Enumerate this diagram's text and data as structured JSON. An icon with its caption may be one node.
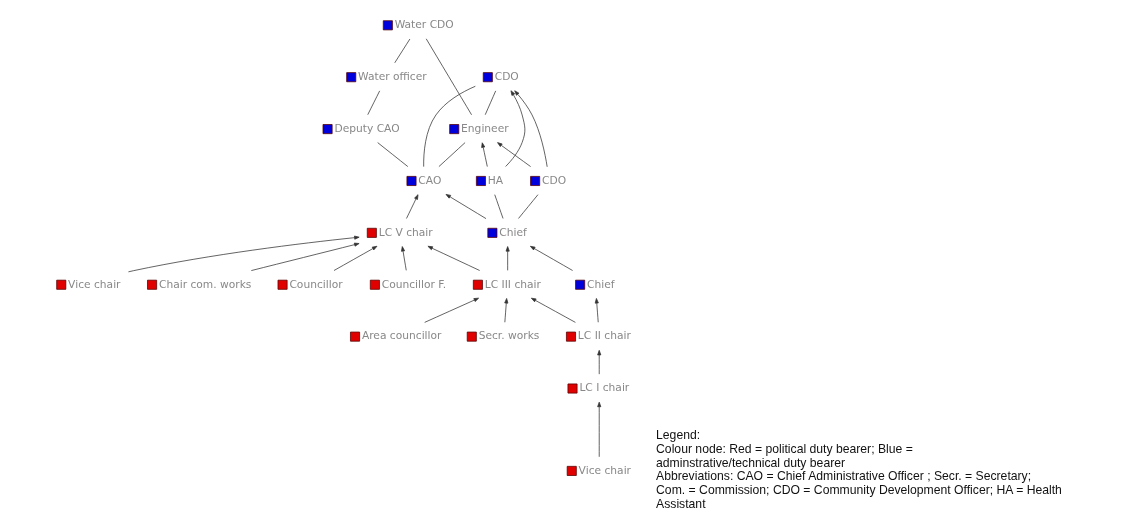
{
  "diagram": {
    "nodes": [
      {
        "text": [
          "Councillor"
        ]
      },
      {
        "text": [
          "Councillor F."
        ]
      },
      {
        "text": [
          "LC V chair"
        ]
      },
      {
        "text": [
          "Vice chair"
        ]
      },
      {
        "text": [
          "Chair com. works"
        ]
      },
      {
        "text": [
          "CAO"
        ]
      },
      {
        "text": [
          "Deputy CAO"
        ]
      },
      {
        "text": [
          "Engineer"
        ]
      },
      {
        "text": [
          "CDO"
        ]
      },
      {
        "text": [
          "Water officer"
        ]
      },
      {
        "text": [
          "Water CDO"
        ]
      },
      {
        "text": [
          "Secr. works"
        ]
      },
      {
        "text": [
          "LC III chair"
        ]
      },
      {
        "text": [
          "Chief"
        ]
      },
      {
        "text": [
          "HA"
        ]
      },
      {
        "text": [
          "CDO"
        ]
      },
      {
        "text": [
          "Area councillor"
        ]
      },
      {
        "text": [
          "LC II chair"
        ]
      },
      {
        "text": [
          "Chief"
        ]
      },
      {
        "text": [
          "LC I chair"
        ]
      },
      {
        "text": [
          "Vice chair"
        ]
      }
    ],
    "edges": [
      {
        "from": 0,
        "to": 2,
        "arrow": "to"
      },
      {
        "from": 1,
        "to": 2,
        "arrow": "to"
      },
      {
        "from": 4,
        "to": 2,
        "arrow": "to"
      },
      {
        "from": 3,
        "to": 2,
        "arrow": "to"
      },
      {
        "from": 12,
        "to": 2,
        "arrow": "to"
      },
      {
        "from": 2,
        "to": 5,
        "arrow": "to"
      },
      {
        "from": 13,
        "to": 5,
        "arrow": "to"
      },
      {
        "from": 5,
        "to": 6,
        "arrow": "none"
      },
      {
        "from": 5,
        "to": 7,
        "arrow": "none"
      },
      {
        "from": 5,
        "to": 8,
        "arrow": "none"
      },
      {
        "from": 6,
        "to": 9,
        "arrow": "none"
      },
      {
        "from": 7,
        "to": 8,
        "arrow": "none"
      },
      {
        "from": 7,
        "to": 10,
        "arrow": "none"
      },
      {
        "from": 9,
        "to": 10,
        "arrow": "none"
      },
      {
        "from": 14,
        "to": 7,
        "arrow": "to"
      },
      {
        "from": 15,
        "to": 7,
        "arrow": "to"
      },
      {
        "from": 14,
        "to": 8,
        "arrow": "to"
      },
      {
        "from": 15,
        "to": 8,
        "arrow": "to"
      },
      {
        "from": 11,
        "to": 12,
        "arrow": "to"
      },
      {
        "from": 16,
        "to": 12,
        "arrow": "to"
      },
      {
        "from": 12,
        "to": 13,
        "arrow": "to"
      },
      {
        "from": 13,
        "to": 14,
        "arrow": "none"
      },
      {
        "from": 13,
        "to": 15,
        "arrow": "none"
      },
      {
        "from": 17,
        "to": 12,
        "arrow": "to"
      },
      {
        "from": 18,
        "to": 13,
        "arrow": "to"
      },
      {
        "from": 17,
        "to": 18,
        "arrow": "to"
      },
      {
        "from": 19,
        "to": 17,
        "arrow": "to"
      },
      {
        "from": 20,
        "to": 19,
        "arrow": "to"
      }
    ],
    "labels": [
      "Legend:",
      "Colour node: Red = political duty bearer; Blue = adminstrative/technical duty bearer",
      "Abbreviations: CAO = Chief Administrative Officer ; Secr. = Secretary; Com. = Commission; CDO = Community Development Officer; HA = Health Assistant"
    ]
  }
}
